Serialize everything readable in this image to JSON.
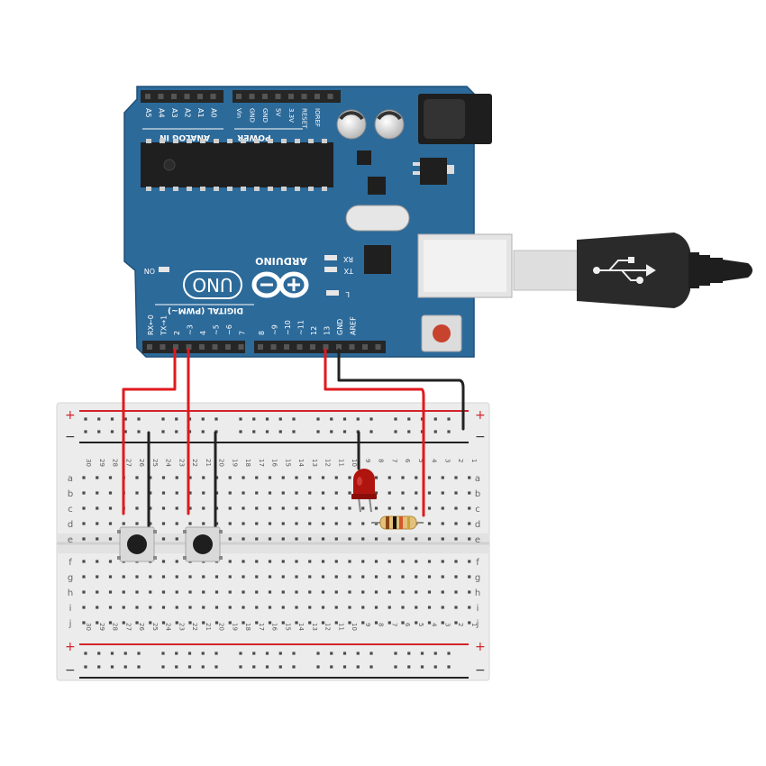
{
  "arduino": {
    "brand": "ARDUINO",
    "model": "UNO",
    "on_label": "ON",
    "analog_header": "ANALOG IN",
    "analog_pins": [
      "A5",
      "A4",
      "A3",
      "A2",
      "A1",
      "A0"
    ],
    "power_header": "POWER",
    "power_pins": [
      "Vin",
      "GND",
      "GND",
      "5V",
      "3.3V",
      "RESET",
      "IOREF"
    ],
    "digital_header": "DIGITAL (PWM~)",
    "digital_pins": [
      "RX←0",
      "TX→1",
      "2",
      "~3",
      "4",
      "~5",
      "~6",
      "7",
      "8",
      "~9",
      "~10",
      "~11",
      "12",
      "13",
      "GND",
      "AREF"
    ],
    "rx_label": "RX",
    "tx_label": "TX",
    "l_label": "L"
  },
  "breadboard": {
    "plus": "+",
    "minus": "−",
    "row_letters_top": [
      "a",
      "b",
      "c",
      "d",
      "e"
    ],
    "row_letters_bottom": [
      "f",
      "g",
      "h",
      "i",
      "j"
    ],
    "column_numbers": [
      "30",
      "29",
      "28",
      "27",
      "26",
      "25",
      "24",
      "23",
      "22",
      "21",
      "20",
      "19",
      "18",
      "17",
      "16",
      "15",
      "14",
      "13",
      "12",
      "11",
      "10",
      "9",
      "8",
      "7",
      "6",
      "5",
      "4",
      "3",
      "2",
      "1"
    ]
  },
  "components": [
    "pushbutton",
    "pushbutton",
    "red-led",
    "resistor",
    "usb-cable"
  ],
  "colors": {
    "board": "#2c6a9a",
    "wire_signal": "#e0191d",
    "wire_ground": "#222222",
    "led": "#b0140f",
    "breadboard": "#eeeeee"
  }
}
